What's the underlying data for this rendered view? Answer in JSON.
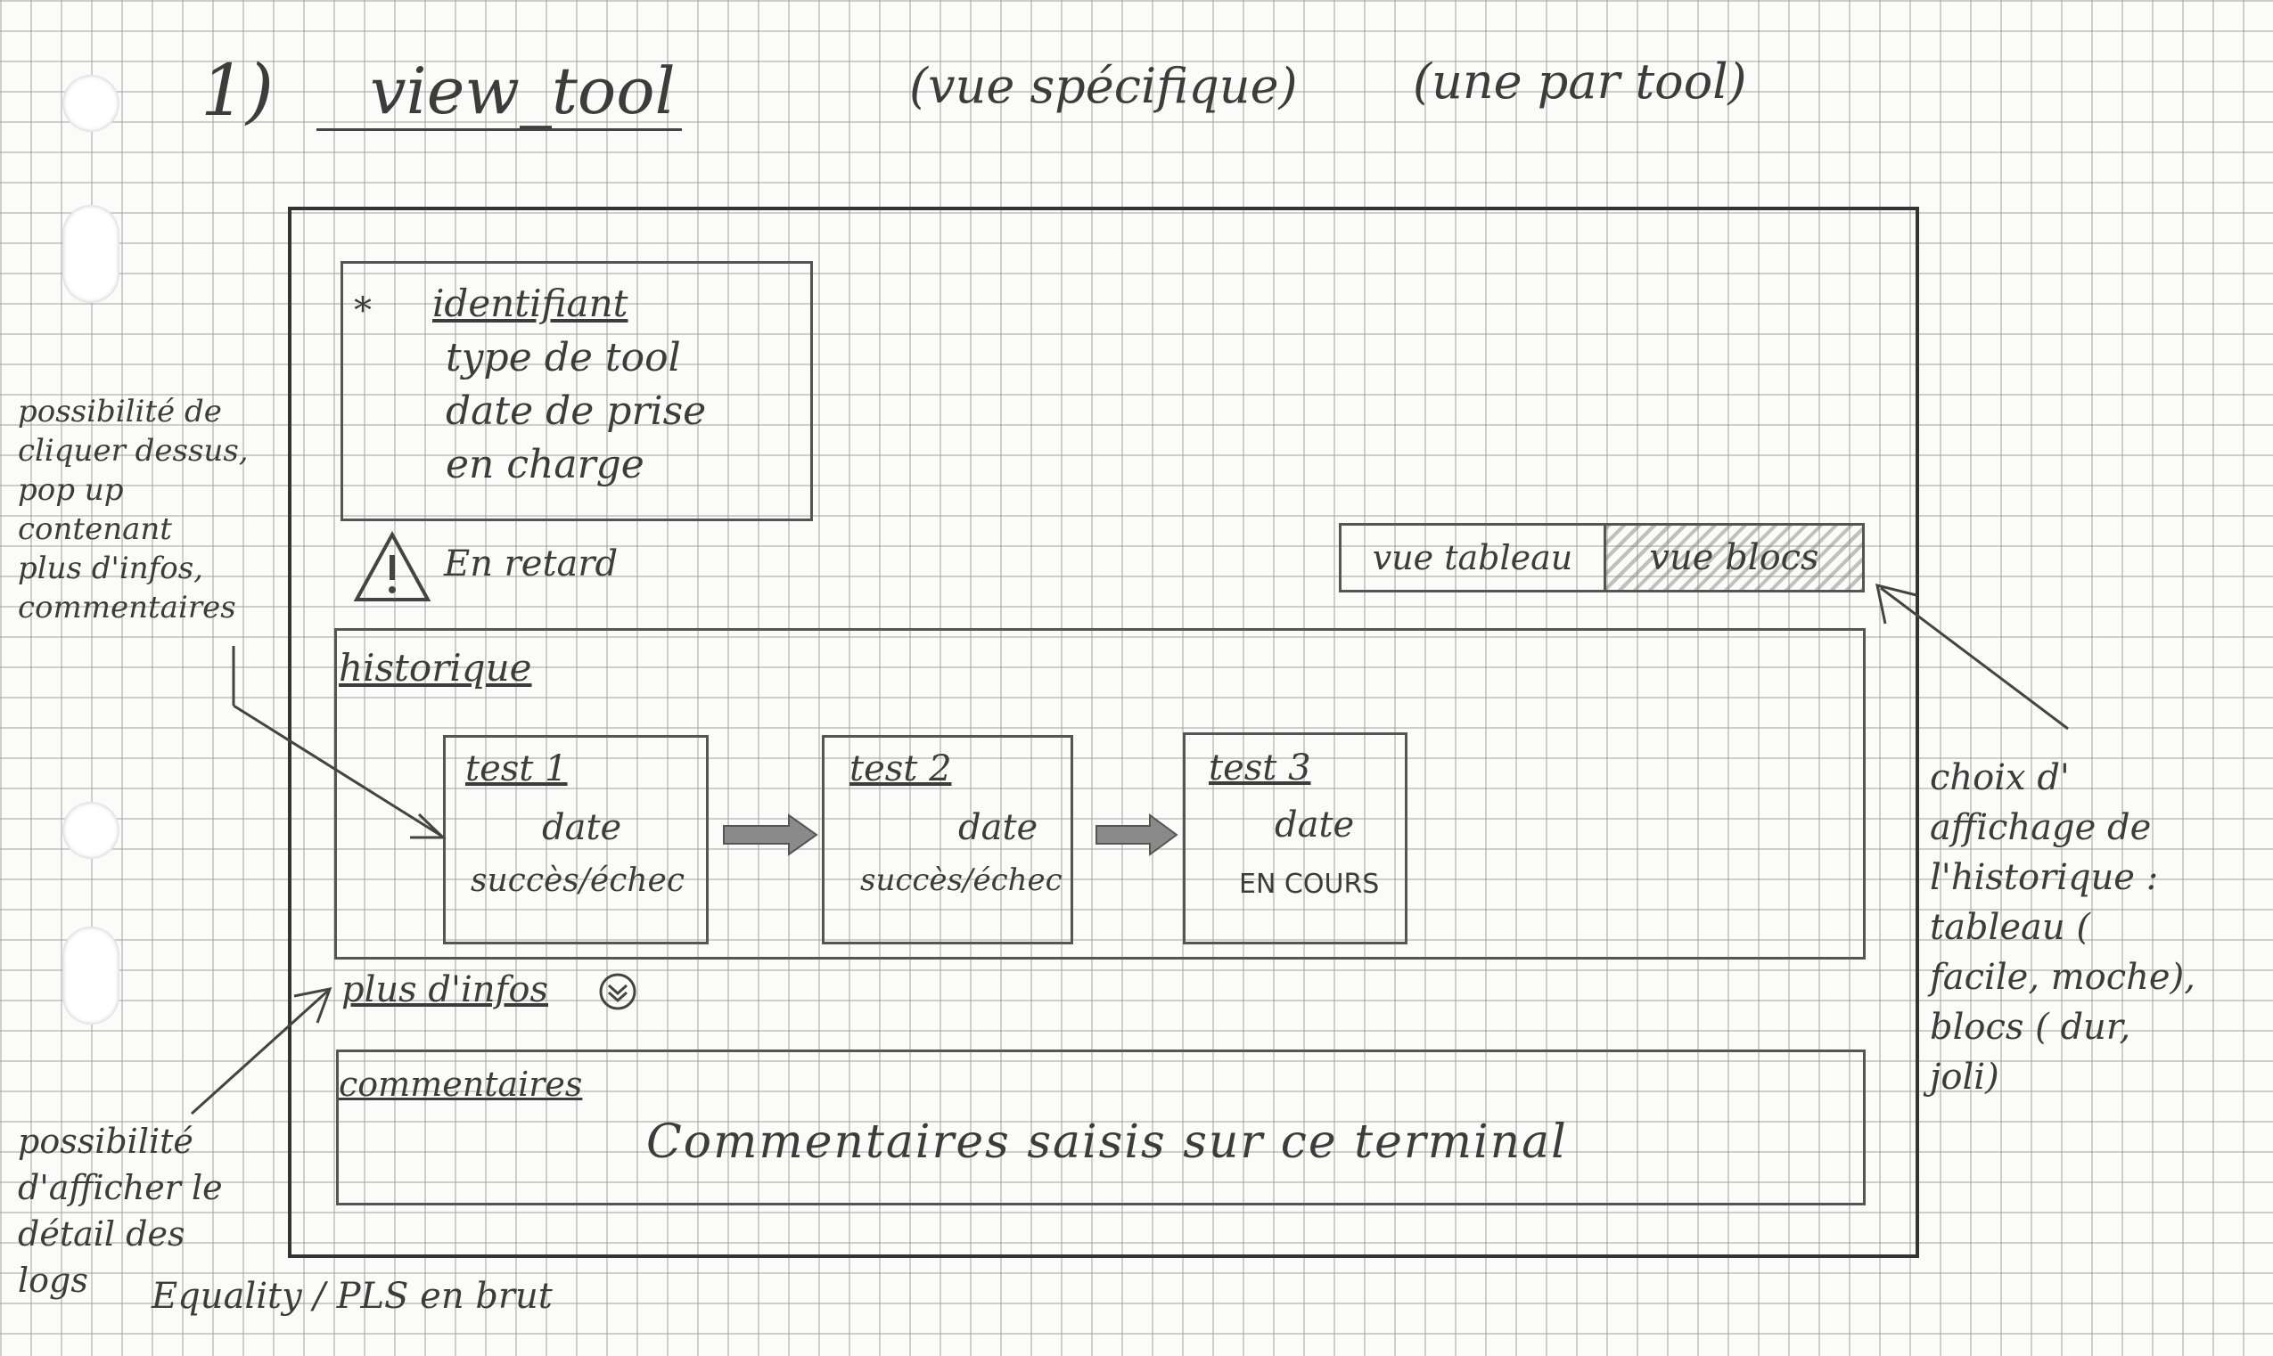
{
  "page": {
    "number": "1)",
    "title": "view_tool",
    "subtitle_1": "(vue spécifique)",
    "subtitle_2": "(une par tool)"
  },
  "info_box": {
    "star": "*",
    "identifier": "identifiant",
    "lines": [
      "type de tool",
      "date de prise",
      "en charge"
    ]
  },
  "warning": {
    "icon": "warning-triangle-icon",
    "label": "En retard"
  },
  "view_toggle": {
    "table_label": "vue tableau",
    "blocks_label": "vue blocs"
  },
  "history": {
    "title": "historique",
    "tests": [
      {
        "title": "test 1",
        "date": "date",
        "status": "succès/échec"
      },
      {
        "title": "test 2",
        "date": "date",
        "status": "succès/échec"
      },
      {
        "title": "test 3",
        "date": "date",
        "status": "EN COURS"
      }
    ]
  },
  "more_info": {
    "label": "plus d'infos",
    "icon": "chevron-down-circle-icon"
  },
  "comments": {
    "title": "commentaires",
    "text": "Commentaires saisis sur ce terminal"
  },
  "annotations": {
    "left_top": "possibilité de\ncliquer dessus,\npop up contenant\nplus d'infos,\ncommentaires",
    "left_bottom": "possibilité\nd'afficher le\ndétail des\nlogs",
    "bottom_line": "Equality / PLS en brut",
    "right": "choix d'\naffichage de\nl'historique :\ntableau (\nfacile, moche),\nblocs ( dur,\njoli)"
  }
}
